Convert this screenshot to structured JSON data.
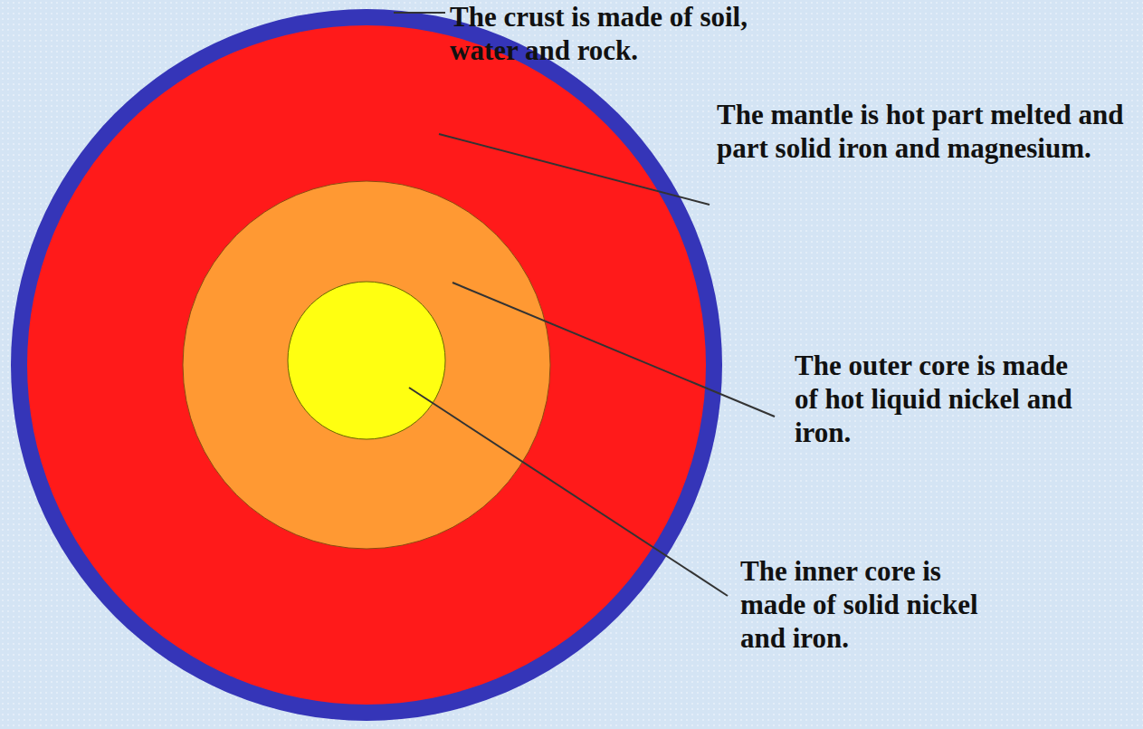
{
  "diagram": {
    "labels": [
      "The crust is made of soil, water and rock.",
      "The mantle is hot part melted and part solid iron and magnesium.",
      "The outer core is made of hot liquid nickel and iron.",
      "The inner core is made of solid nickel and iron."
    ]
  }
}
